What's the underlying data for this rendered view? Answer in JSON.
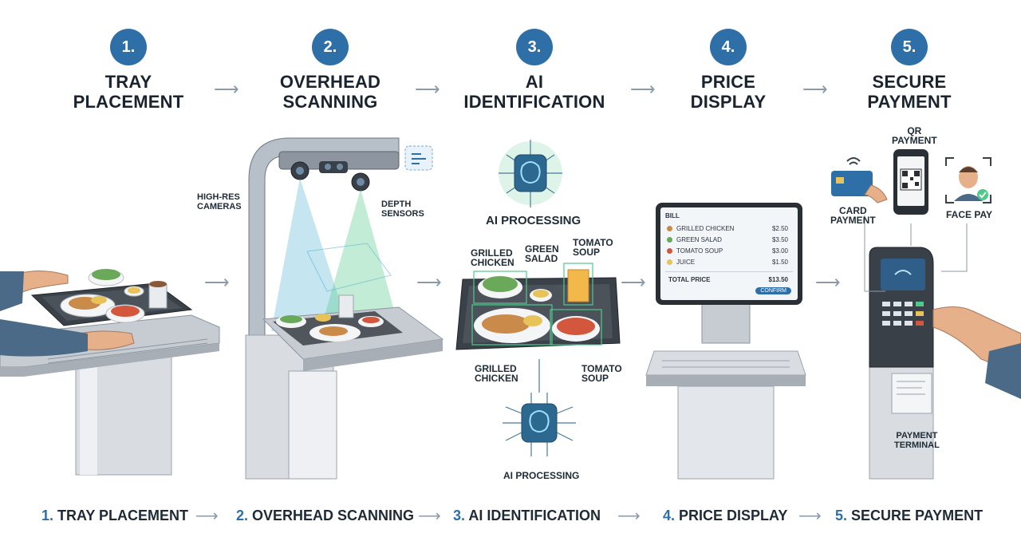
{
  "steps": [
    {
      "num": "1.",
      "title_line1": "TRAY",
      "title_line2": "PLACEMENT"
    },
    {
      "num": "2.",
      "title_line1": "OVERHEAD",
      "title_line2": "SCANNING"
    },
    {
      "num": "3.",
      "title_line1": "AI",
      "title_line2": "IDENTIFICATION"
    },
    {
      "num": "4.",
      "title_line1": "PRICE",
      "title_line2": "DISPLAY"
    },
    {
      "num": "5.",
      "title_line1": "SECURE",
      "title_line2": "PAYMENT"
    }
  ],
  "scanner": {
    "cameras_label_1": "HIGH-RES",
    "cameras_label_2": "CAMERAS",
    "depth_label_1": "DEPTH",
    "depth_label_2": "SENSORS"
  },
  "ai": {
    "processing_top": "AI PROCESSING",
    "processing_bottom": "AI PROCESSING",
    "tag_chicken_1": "GRILLED",
    "tag_chicken_2": "CHICKEN",
    "tag_salad_1": "GREEN",
    "tag_salad_2": "SALAD",
    "tag_soup_1": "TOMATO",
    "tag_soup_2": "SOUP",
    "tag_chicken_b1": "GRILLED",
    "tag_chicken_b2": "CHICKEN",
    "tag_soup_b1": "TOMATO",
    "tag_soup_b2": "SOUP"
  },
  "bill": {
    "header": "BILL",
    "items": [
      {
        "name": "GRILLED CHICKEN",
        "price": "$2.50",
        "color": "#c98a4a"
      },
      {
        "name": "GREEN SALAD",
        "price": "$3.50",
        "color": "#6aa85a"
      },
      {
        "name": "TOMATO SOUP",
        "price": "$3.00",
        "color": "#d2573d"
      },
      {
        "name": "JUICE",
        "price": "$1.50",
        "color": "#e7c35a"
      }
    ],
    "total_label": "TOTAL PRICE",
    "total_value": "$13.50",
    "confirm_label": "CONFIRM"
  },
  "payment": {
    "qr_label_1": "QR",
    "qr_label_2": "PAYMENT",
    "card_label_1": "CARD",
    "card_label_2": "PAYMENT",
    "face_label": "FACE PAY",
    "terminal_label_1": "PAYMENT",
    "terminal_label_2": "TERMINAL"
  },
  "bottom": [
    {
      "num": "1.",
      "label": "TRAY PLACEMENT"
    },
    {
      "num": "2.",
      "label": "OVERHEAD SCANNING"
    },
    {
      "num": "3.",
      "label": "AI IDENTIFICATION"
    },
    {
      "num": "4.",
      "label": "PRICE DISPLAY"
    },
    {
      "num": "5.",
      "label": "SECURE PAYMENT"
    }
  ],
  "colors": {
    "accent": "#2f6fa8",
    "scan_green": "#4fc98a",
    "scan_blue": "#5ab6d6"
  }
}
